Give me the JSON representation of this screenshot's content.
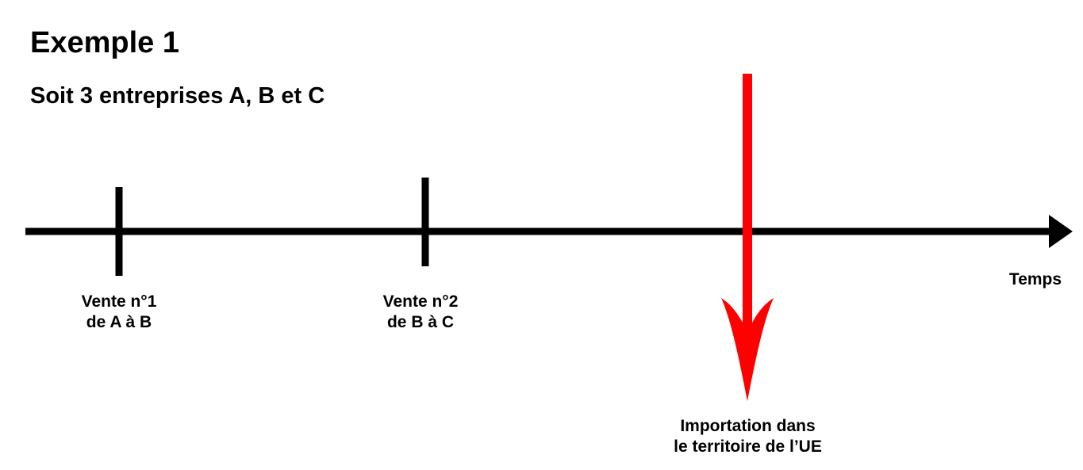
{
  "title": "Exemple 1",
  "subtitle": "Soit 3 entreprises A, B et C",
  "axis": {
    "label": "Temps"
  },
  "events": [
    {
      "line1": "Vente n°1",
      "line2": "de A à B"
    },
    {
      "line1": "Vente n°2",
      "line2": "de B à C"
    }
  ],
  "import_event": {
    "line1": "Importation dans",
    "line2": "le territoire de l’UE",
    "color": "#ff0000"
  },
  "colors": {
    "axis": "#000000",
    "highlight": "#ff0000"
  }
}
